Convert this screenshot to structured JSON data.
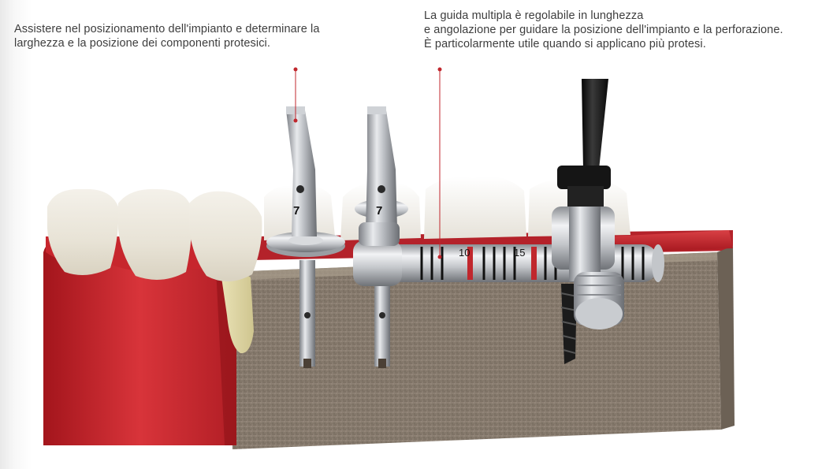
{
  "captions": {
    "left": "Assistere nel posizionamento dell'impianto e determinare la\nlarghezza e la posizione dei componenti protesici.",
    "right": "La guida multipla è regolabile in lunghezza\ne angolazione per guidare la posizione dell'impianto e la perforazione.\nÈ particolarmente utile quando si applicano più protesi."
  },
  "guide_pin_labels": {
    "pin1_number": "7",
    "pin2_number": "7"
  },
  "ruler": {
    "mark_10": "10",
    "mark_15": "15"
  },
  "colors": {
    "gum": "#c4262d",
    "bone": "#8d8072",
    "metal": "#b9bcc0",
    "marker_line": "#c0272d"
  }
}
